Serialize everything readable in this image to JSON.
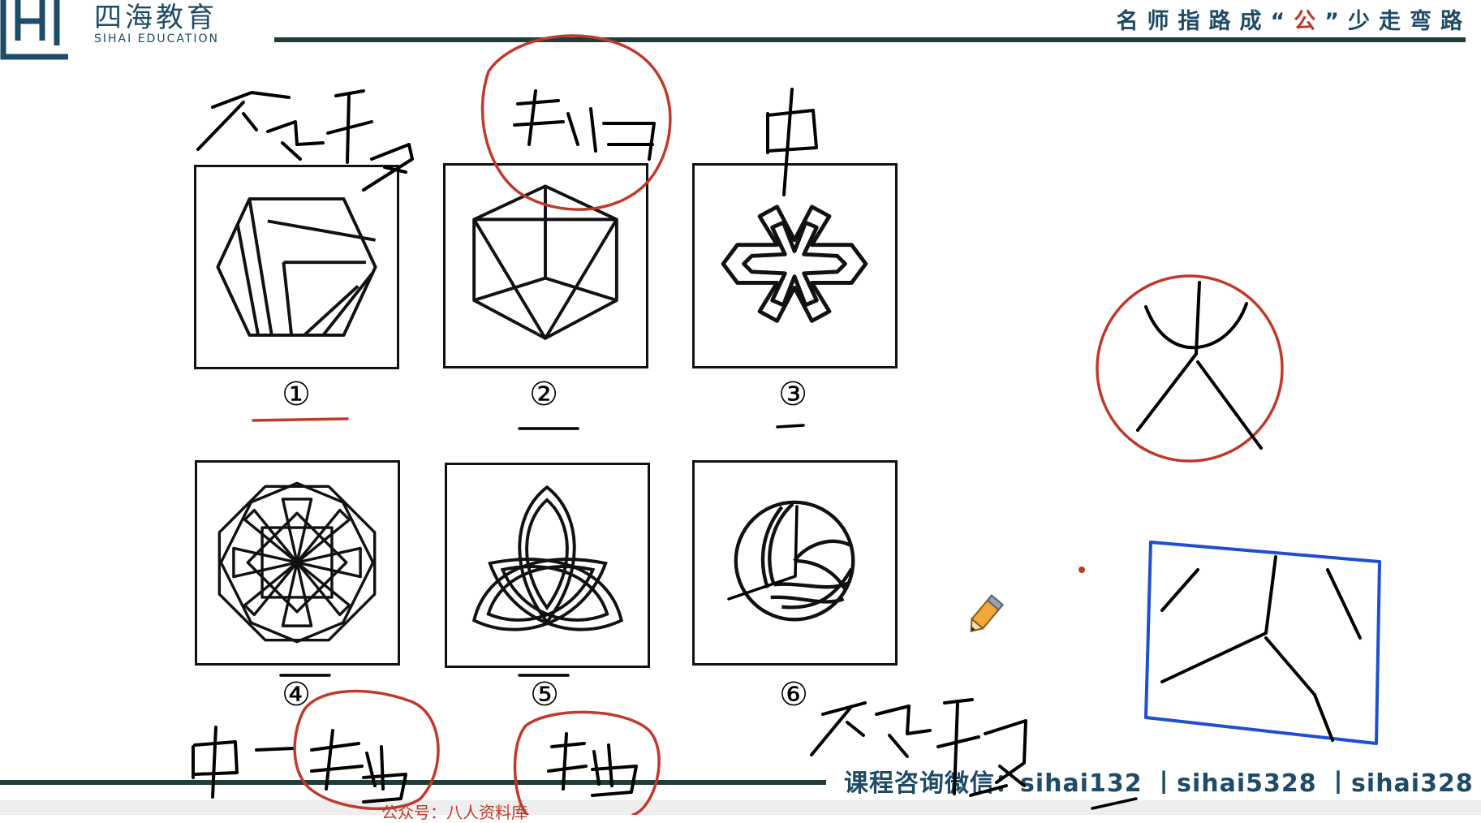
{
  "header": {
    "logo_cn": "四海教育",
    "logo_en": "SIHAI EDUCATION",
    "slogan_before": "名师指路成“",
    "slogan_highlight": "公",
    "slogan_after": "”少走弯路"
  },
  "figures": [
    {
      "label": "①",
      "shape": "hexagon-cube-lines"
    },
    {
      "label": "②",
      "shape": "hexagon-cube-triangles"
    },
    {
      "label": "③",
      "shape": "six-arm-star"
    },
    {
      "label": "④",
      "shape": "flower-octagon"
    },
    {
      "label": "⑤",
      "shape": "triquetra-knot"
    },
    {
      "label": "⑥",
      "shape": "volleyball"
    }
  ],
  "footer": {
    "contact": "课程咨询微信：sihai132 丨sihai5328 丨sihai328",
    "bottom_text": "公众号：八人资料库"
  },
  "colors": {
    "brand_dark": "#1e4b66",
    "rule": "#1f3d3a",
    "annotation_red": "#c0392b",
    "annotation_blue": "#1f4fd1",
    "ink": "#000000"
  }
}
